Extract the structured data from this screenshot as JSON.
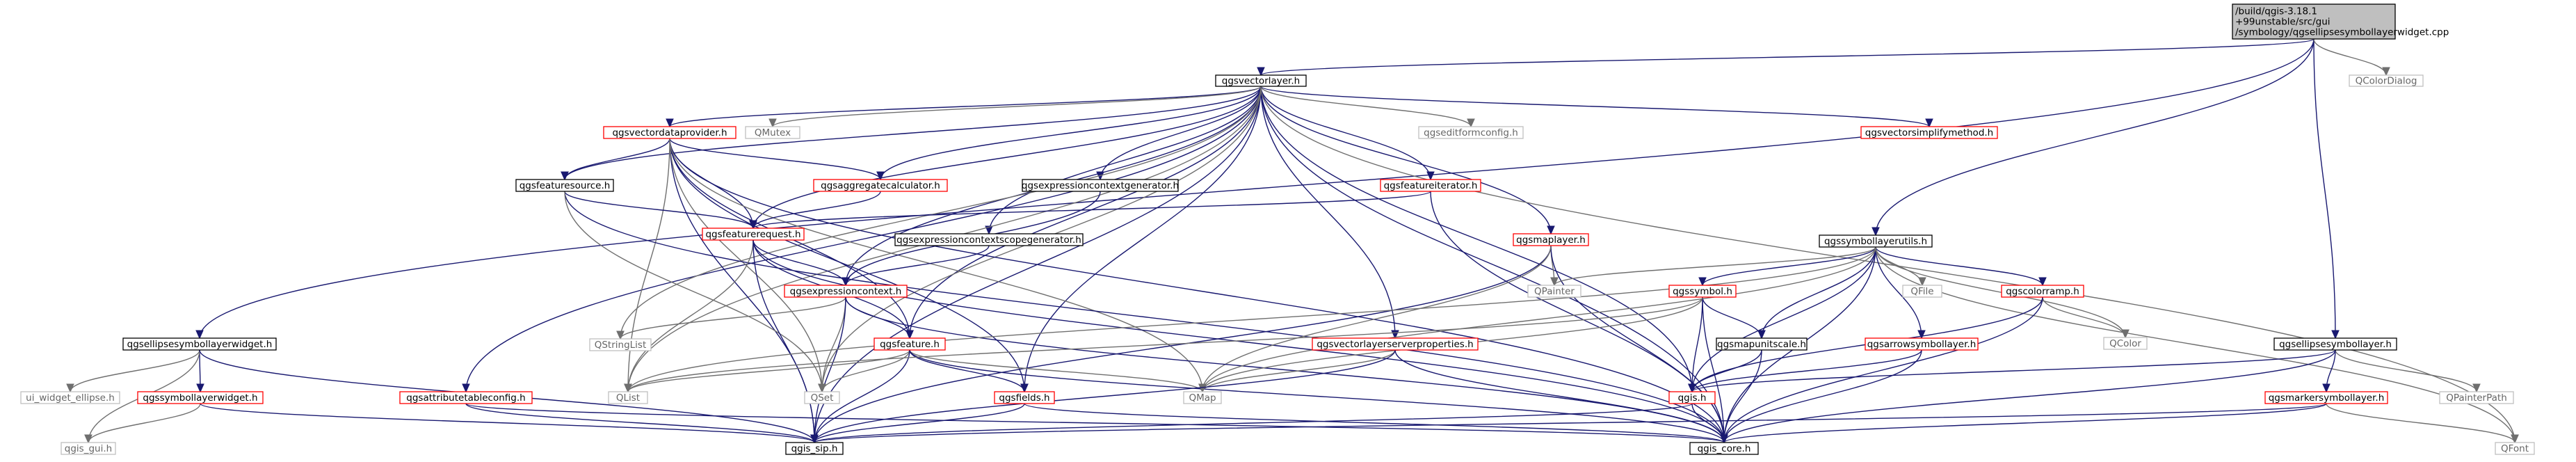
{
  "colors": {
    "edge_default": "#191970",
    "edge_external": "#6f6f6f",
    "node_default_border": "#000000",
    "node_truncated_border": "#ff0000",
    "node_external_border": "#bfbfbf",
    "node_root_fill": "#bfbfbf",
    "text_default": "#000000",
    "text_external": "#666666"
  },
  "nodes": [
    {
      "id": "root",
      "kind": "root",
      "lines": [
        "/build/qgis-3.18.1",
        "+99unstable/src/gui",
        "/symbology/qgsellipsesymbollayerwidget.cpp"
      ]
    },
    {
      "id": "qgsvectorlayer",
      "kind": "normal",
      "lines": [
        "qgsvectorlayer.h"
      ]
    },
    {
      "id": "qcolordialog",
      "kind": "external",
      "lines": [
        "QColorDialog"
      ]
    },
    {
      "id": "qgsvectordataprovider",
      "kind": "truncated",
      "lines": [
        "qgsvectordataprovider.h"
      ]
    },
    {
      "id": "qmutex",
      "kind": "external",
      "lines": [
        "QMutex"
      ]
    },
    {
      "id": "qgseditformconfig",
      "kind": "external",
      "lines": [
        "qgseditformconfig.h"
      ]
    },
    {
      "id": "qgsvectorsimplifymethod",
      "kind": "truncated",
      "lines": [
        "qgsvectorsimplifymethod.h"
      ]
    },
    {
      "id": "qgsfeaturesource",
      "kind": "normal",
      "lines": [
        "qgsfeaturesource.h"
      ]
    },
    {
      "id": "qgsaggregatecalculator",
      "kind": "truncated",
      "lines": [
        "qgsaggregatecalculator.h"
      ]
    },
    {
      "id": "qgsexpressioncontextgenerator",
      "kind": "normal",
      "lines": [
        "qgsexpressioncontextgenerator.h"
      ]
    },
    {
      "id": "qgsfeatureiterator",
      "kind": "truncated",
      "lines": [
        "qgsfeatureiterator.h"
      ]
    },
    {
      "id": "qgsfeaturerequest",
      "kind": "truncated",
      "lines": [
        "qgsfeaturerequest.h"
      ]
    },
    {
      "id": "qgsexpressioncontextscopegenerator",
      "kind": "normal",
      "lines": [
        "qgsexpressioncontextscopegenerator.h"
      ]
    },
    {
      "id": "qgsmaplayer",
      "kind": "truncated",
      "lines": [
        "qgsmaplayer.h"
      ]
    },
    {
      "id": "qgssymbollayerutils",
      "kind": "normal",
      "lines": [
        "qgssymbollayerutils.h"
      ]
    },
    {
      "id": "qgsexpressioncontext",
      "kind": "truncated",
      "lines": [
        "qgsexpressioncontext.h"
      ]
    },
    {
      "id": "qgssymbol",
      "kind": "truncated",
      "lines": [
        "qgssymbol.h"
      ]
    },
    {
      "id": "qpainter",
      "kind": "external",
      "lines": [
        "QPainter"
      ]
    },
    {
      "id": "qfile",
      "kind": "external",
      "lines": [
        "QFile"
      ]
    },
    {
      "id": "qgscolorramp",
      "kind": "truncated",
      "lines": [
        "qgscolorramp.h"
      ]
    },
    {
      "id": "qcolor",
      "kind": "external",
      "lines": [
        "QColor"
      ]
    },
    {
      "id": "qgsellipsesymbollayerwidget",
      "kind": "normal",
      "lines": [
        "qgsellipsesymbollayerwidget.h"
      ]
    },
    {
      "id": "qstringlist",
      "kind": "external",
      "lines": [
        "QStringList"
      ]
    },
    {
      "id": "qgsfeature",
      "kind": "truncated",
      "lines": [
        "qgsfeature.h"
      ]
    },
    {
      "id": "qgsvectorlayerserverproperties",
      "kind": "truncated",
      "lines": [
        "qgsvectorlayerserverproperties.h"
      ]
    },
    {
      "id": "qgsmapunitscale",
      "kind": "normal",
      "lines": [
        "qgsmapunitscale.h"
      ]
    },
    {
      "id": "qgsarrowsymbollayer",
      "kind": "truncated",
      "lines": [
        "qgsarrowsymbollayer.h"
      ]
    },
    {
      "id": "qgsellipsesymbollayer",
      "kind": "normal",
      "lines": [
        "qgsellipsesymbollayer.h"
      ]
    },
    {
      "id": "ui_widget_ellipse",
      "kind": "external",
      "lines": [
        "ui_widget_ellipse.h"
      ]
    },
    {
      "id": "qgssymbollayerwidget",
      "kind": "truncated",
      "lines": [
        "qgssymbollayerwidget.h"
      ]
    },
    {
      "id": "qgsattributetableconfig",
      "kind": "truncated",
      "lines": [
        "qgsattributetableconfig.h"
      ]
    },
    {
      "id": "qlist",
      "kind": "external",
      "lines": [
        "QList"
      ]
    },
    {
      "id": "qset",
      "kind": "external",
      "lines": [
        "QSet"
      ]
    },
    {
      "id": "qmap",
      "kind": "external",
      "lines": [
        "QMap"
      ]
    },
    {
      "id": "qgsfields",
      "kind": "truncated",
      "lines": [
        "qgsfields.h"
      ]
    },
    {
      "id": "qgis_h",
      "kind": "truncated",
      "lines": [
        "qgis.h"
      ]
    },
    {
      "id": "qgsmarkersymbollayer",
      "kind": "truncated",
      "lines": [
        "qgsmarkersymbollayer.h"
      ]
    },
    {
      "id": "qpainterpath",
      "kind": "external",
      "lines": [
        "QPainterPath"
      ]
    },
    {
      "id": "qgis_gui",
      "kind": "external",
      "lines": [
        "qgis_gui.h"
      ]
    },
    {
      "id": "qgis_sip",
      "kind": "normal",
      "lines": [
        "qgis_sip.h"
      ]
    },
    {
      "id": "qgis_core",
      "kind": "normal",
      "lines": [
        "qgis_core.h"
      ]
    },
    {
      "id": "qfont",
      "kind": "external",
      "lines": [
        "QFont"
      ]
    }
  ],
  "edges": [
    [
      "root",
      "qgsvectorlayer"
    ],
    [
      "root",
      "qgssymbollayerutils"
    ],
    [
      "root",
      "qgsellipsesymbollayerwidget"
    ],
    [
      "root",
      "qgsellipsesymbollayer"
    ],
    [
      "root",
      "qcolordialog"
    ],
    [
      "qgsvectorlayer",
      "qgsvectordataprovider"
    ],
    [
      "qgsvectorlayer",
      "qmutex"
    ],
    [
      "qgsvectorlayer",
      "qgseditformconfig"
    ],
    [
      "qgsvectorlayer",
      "qgsvectorsimplifymethod"
    ],
    [
      "qgsvectorlayer",
      "qgsfeaturesource"
    ],
    [
      "qgsvectorlayer",
      "qgsaggregatecalculator"
    ],
    [
      "qgsvectorlayer",
      "qgsexpressioncontextgenerator"
    ],
    [
      "qgsvectorlayer",
      "qgsfeatureiterator"
    ],
    [
      "qgsvectorlayer",
      "qgsfeaturerequest"
    ],
    [
      "qgsvectorlayer",
      "qgsexpressioncontextscopegenerator"
    ],
    [
      "qgsvectorlayer",
      "qgsmaplayer"
    ],
    [
      "qgsvectorlayer",
      "qgsexpressioncontext"
    ],
    [
      "qgsvectorlayer",
      "qgsfeature"
    ],
    [
      "qgsvectorlayer",
      "qgsvectorlayerserverproperties"
    ],
    [
      "qgsvectorlayer",
      "qgsattributetableconfig"
    ],
    [
      "qgsvectorlayer",
      "qgsfields"
    ],
    [
      "qgsvectorlayer",
      "qgis_h"
    ],
    [
      "qgsvectorlayer",
      "qgis_sip"
    ],
    [
      "qgsvectorlayer",
      "qgis_core"
    ],
    [
      "qgsvectorlayer",
      "qstringlist"
    ],
    [
      "qgsvectorlayer",
      "qlist"
    ],
    [
      "qgsvectorlayer",
      "qset"
    ],
    [
      "qgsvectorlayer",
      "qfont"
    ],
    [
      "qgsvectordataprovider",
      "qgsfeaturesource"
    ],
    [
      "qgsvectordataprovider",
      "qgsaggregatecalculator"
    ],
    [
      "qgsvectordataprovider",
      "qgsfeaturerequest"
    ],
    [
      "qgsvectordataprovider",
      "qgsfeature"
    ],
    [
      "qgsvectordataprovider",
      "qgsfields"
    ],
    [
      "qgsvectordataprovider",
      "qgis_sip"
    ],
    [
      "qgsvectordataprovider",
      "qgis_core"
    ],
    [
      "qgsvectordataprovider",
      "qlist"
    ],
    [
      "qgsvectordataprovider",
      "qset"
    ],
    [
      "qgsvectordataprovider",
      "qmap"
    ],
    [
      "qgsfeaturesource",
      "qgsfeaturerequest"
    ],
    [
      "qgsfeaturesource",
      "qgis_core"
    ],
    [
      "qgsfeaturesource",
      "qset"
    ],
    [
      "qgsaggregatecalculator",
      "qgsfeaturerequest"
    ],
    [
      "qgsexpressioncontextgenerator",
      "qgsexpressioncontext"
    ],
    [
      "qgsfeatureiterator",
      "qgsfeaturerequest"
    ],
    [
      "qgsfeatureiterator",
      "qgis_core"
    ],
    [
      "qgsfeaturerequest",
      "qgsexpressioncontext"
    ],
    [
      "qgsfeaturerequest",
      "qgsfeature"
    ],
    [
      "qgsfeaturerequest",
      "qlist"
    ],
    [
      "qgsfeaturerequest",
      "qgis_sip"
    ],
    [
      "qgsfeaturerequest",
      "qgis_core"
    ],
    [
      "qgsexpressioncontextscopegenerator",
      "qgsexpressioncontext"
    ],
    [
      "qgsmaplayer",
      "qpainter"
    ],
    [
      "qgsmaplayer",
      "qgis_sip"
    ],
    [
      "qgsmaplayer",
      "qgis_core"
    ],
    [
      "qgsmaplayer",
      "qmap"
    ],
    [
      "qgsexpressioncontext",
      "qgsfeature"
    ],
    [
      "qgsexpressioncontext",
      "qstringlist"
    ],
    [
      "qgsexpressioncontext",
      "qset"
    ],
    [
      "qgsexpressioncontext",
      "qgis_sip"
    ],
    [
      "qgsexpressioncontext",
      "qgis_core"
    ],
    [
      "qgsfeature",
      "qgsfields"
    ],
    [
      "qgsfeature",
      "qlist"
    ],
    [
      "qgsfeature",
      "qset"
    ],
    [
      "qgsfeature",
      "qmap"
    ],
    [
      "qgsfeature",
      "qgis_sip"
    ],
    [
      "qgsfeature",
      "qgis_core"
    ],
    [
      "qgsfields",
      "qgis_sip"
    ],
    [
      "qgsfields",
      "qgis_core"
    ],
    [
      "qgssymbollayerutils",
      "qgssymbol"
    ],
    [
      "qgssymbollayerutils",
      "qpainter"
    ],
    [
      "qgssymbollayerutils",
      "qfile"
    ],
    [
      "qgssymbollayerutils",
      "qgscolorramp"
    ],
    [
      "qgssymbollayerutils",
      "qcolor"
    ],
    [
      "qgssymbollayerutils",
      "qgsmapunitscale"
    ],
    [
      "qgssymbollayerutils",
      "qgsarrowsymbollayer"
    ],
    [
      "qgssymbollayerutils",
      "qgis_h"
    ],
    [
      "qgssymbollayerutils",
      "qgis_core"
    ],
    [
      "qgssymbollayerutils",
      "qmap"
    ],
    [
      "qgssymbollayerutils",
      "qlist"
    ],
    [
      "qgssymbollayerutils",
      "qfont"
    ],
    [
      "qgssymbol",
      "qgsmapunitscale"
    ],
    [
      "qgssymbol",
      "qgis_h"
    ],
    [
      "qgssymbol",
      "qgis_core"
    ],
    [
      "qgssymbol",
      "qmap"
    ],
    [
      "qgssymbol",
      "qlist"
    ],
    [
      "qgscolorramp",
      "qcolor"
    ],
    [
      "qgscolorramp",
      "qgis_h"
    ],
    [
      "qgscolorramp",
      "qgis_core"
    ],
    [
      "qgsmapunitscale",
      "qgis_h"
    ],
    [
      "qgsmapunitscale",
      "qgis_core"
    ],
    [
      "qgsarrowsymbollayer",
      "qgis_h"
    ],
    [
      "qgsarrowsymbollayer",
      "qgis_core"
    ],
    [
      "qgsvectorlayerserverproperties",
      "qmap"
    ],
    [
      "qgsvectorlayerserverproperties",
      "qgis_sip"
    ],
    [
      "qgsvectorlayerserverproperties",
      "qgis_core"
    ],
    [
      "qgsattributetableconfig",
      "qgis_core"
    ],
    [
      "qgsattributetableconfig",
      "qgis_sip"
    ],
    [
      "qgis_h",
      "qgis_sip"
    ],
    [
      "qgis_h",
      "qgis_core"
    ],
    [
      "qgsellipsesymbollayerwidget",
      "ui_widget_ellipse"
    ],
    [
      "qgsellipsesymbollayerwidget",
      "qgssymbollayerwidget"
    ],
    [
      "qgsellipsesymbollayerwidget",
      "qgis_gui"
    ],
    [
      "qgsellipsesymbollayerwidget",
      "qgis_sip"
    ],
    [
      "qgssymbollayerwidget",
      "qgis_gui"
    ],
    [
      "qgssymbollayerwidget",
      "qgis_sip"
    ],
    [
      "qgsellipsesymbollayer",
      "qgsmarkersymbollayer"
    ],
    [
      "qgsellipsesymbollayer",
      "qpainterpath"
    ],
    [
      "qgsellipsesymbollayer",
      "qgis_h"
    ],
    [
      "qgsellipsesymbollayer",
      "qgis_core"
    ],
    [
      "qgsmarkersymbollayer",
      "qgis_core"
    ],
    [
      "qgsmarkersymbollayer",
      "qgis_sip"
    ],
    [
      "qgsmarkersymbollayer",
      "qfont"
    ]
  ]
}
